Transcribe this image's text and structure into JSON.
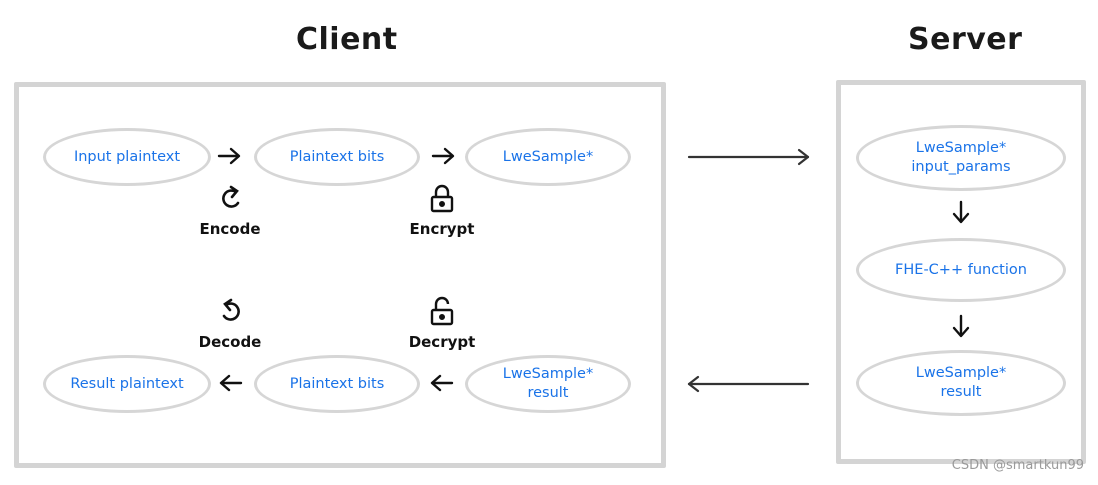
{
  "client": {
    "title": "Client",
    "nodes": {
      "input_plaintext": "Input plaintext",
      "plaintext_bits_top": "Plaintext bits",
      "lwesample_top": "LweSample*",
      "result_plaintext": "Result plaintext",
      "plaintext_bits_bottom": "Plaintext bits",
      "lwesample_result": "LweSample*\nresult"
    },
    "steps": {
      "encode": "Encode",
      "encrypt": "Encrypt",
      "decode": "Decode",
      "decrypt": "Decrypt"
    }
  },
  "server": {
    "title": "Server",
    "nodes": {
      "lwesample_input": "LweSample*\ninput_params",
      "fhe_function": "FHE-C++ function",
      "lwesample_result": "LweSample*\nresult"
    }
  },
  "icons": {
    "encode": "redo-icon",
    "encrypt": "lock-closed-icon",
    "decode": "undo-icon",
    "decrypt": "lock-open-icon"
  },
  "colors": {
    "node_text": "#1a73e8",
    "border": "#d4d4d4"
  },
  "watermark": "CSDN @smartkun99"
}
